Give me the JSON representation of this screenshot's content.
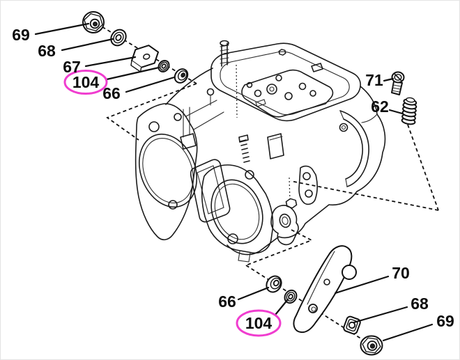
{
  "diagram": {
    "type": "exploded-parts-diagram",
    "subject": "carburetor-assembly",
    "background_color": "#ffffff",
    "line_color": "#1a1a1a",
    "highlight_color": "#f03dcf"
  },
  "callouts": [
    {
      "id": "69-top",
      "text": "69",
      "part": "flanged-nut",
      "circled": false
    },
    {
      "id": "68-top",
      "text": "68",
      "part": "washer",
      "circled": false
    },
    {
      "id": "67",
      "text": "67",
      "part": "hex-plug",
      "circled": false
    },
    {
      "id": "104-top",
      "text": "104",
      "part": "seal-washer",
      "circled": true
    },
    {
      "id": "66-top",
      "text": "66",
      "part": "bushing",
      "circled": false
    },
    {
      "id": "71",
      "text": "71",
      "part": "screw",
      "circled": false
    },
    {
      "id": "62",
      "text": "62",
      "part": "spring",
      "circled": false
    },
    {
      "id": "70",
      "text": "70",
      "part": "lever",
      "circled": false
    },
    {
      "id": "66-bottom",
      "text": "66",
      "part": "bushing",
      "circled": false
    },
    {
      "id": "104-bottom",
      "text": "104",
      "part": "seal-washer",
      "circled": true
    },
    {
      "id": "68-bottom",
      "text": "68",
      "part": "washer",
      "circled": false
    },
    {
      "id": "69-bottom",
      "text": "69",
      "part": "flanged-nut",
      "circled": false
    }
  ]
}
